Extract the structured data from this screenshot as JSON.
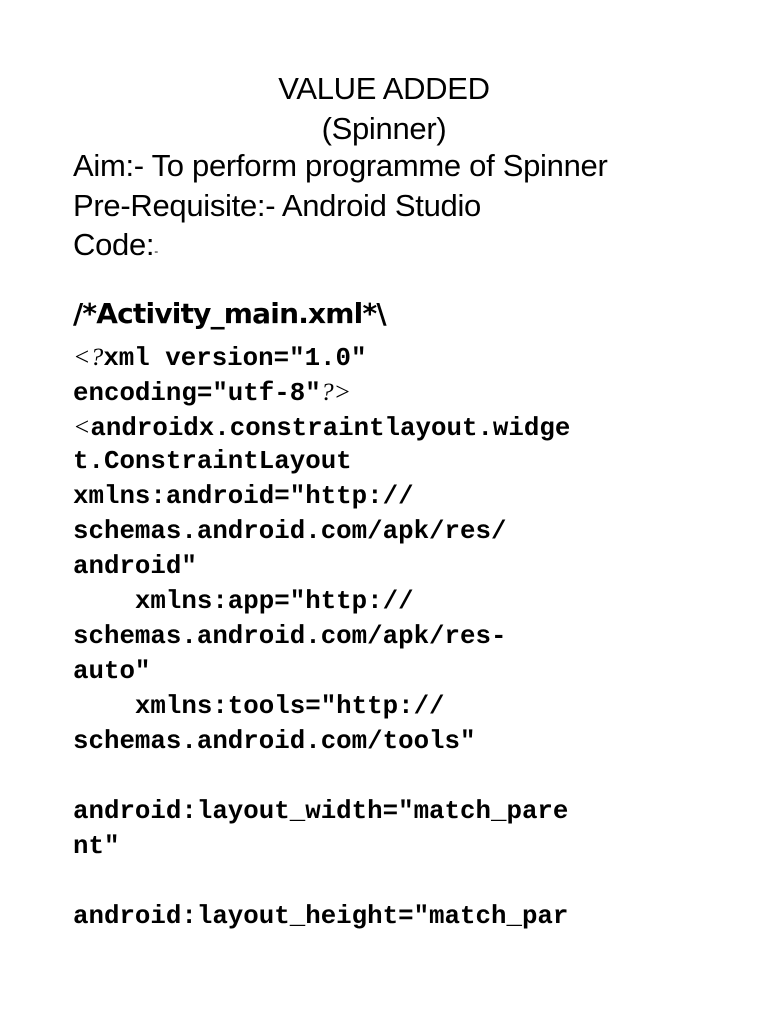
{
  "document": {
    "title": "VALUE ADDED",
    "subtitle": "(Spinner)",
    "aim": "Aim:- To perform programme of Spinner",
    "prerequisite": "Pre-Requisite:- Android Studio",
    "code_label": "Code:",
    "code_label_dash": "-",
    "file_heading": "/*Activity_main.xml*\\",
    "code_lines": [
      "<?xml version=\"1.0\"",
      "encoding=\"utf-8\"?>",
      "<androidx.constraintlayout.widge",
      "t.ConstraintLayout",
      "xmlns:android=\"http://",
      "schemas.android.com/apk/res/",
      "android\"",
      "    xmlns:app=\"http://",
      "schemas.android.com/apk/res-",
      "auto\"",
      "    xmlns:tools=\"http://",
      "schemas.android.com/tools\"",
      "",
      "android:layout_width=\"match_pare",
      "nt\"",
      "",
      "android:layout_height=\"match_par"
    ]
  }
}
